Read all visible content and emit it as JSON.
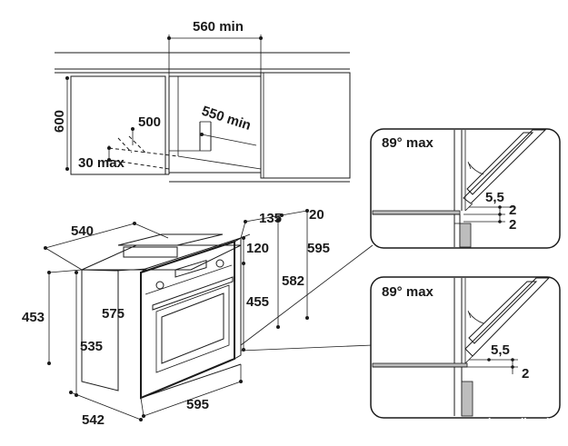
{
  "diagram": {
    "niche": {
      "width_label": "560 min",
      "height_label": "600",
      "depth_label": "550 min",
      "cut_depth_label": "500",
      "gap_label": "30 max"
    },
    "oven": {
      "width_label": "540",
      "depth_total_label": "542",
      "front_width_label": "595",
      "front_height_label": "595",
      "door_depth_label": "135",
      "door_thickness_label": "20",
      "top_offset_label": "120",
      "height_582_label": "582",
      "height_575_label": "575",
      "height_535_label": "535",
      "height_455_label": "455",
      "height_453_label": "453"
    },
    "detail_top": {
      "angle_label": "89° max",
      "gap_label": "5,5",
      "dim_a_label": "2",
      "dim_b_label": "2"
    },
    "detail_bottom": {
      "angle_label": "89° max",
      "gap_label": "5,5",
      "dim_a_label": "2"
    }
  },
  "watermark": "catalog.onliner.by"
}
